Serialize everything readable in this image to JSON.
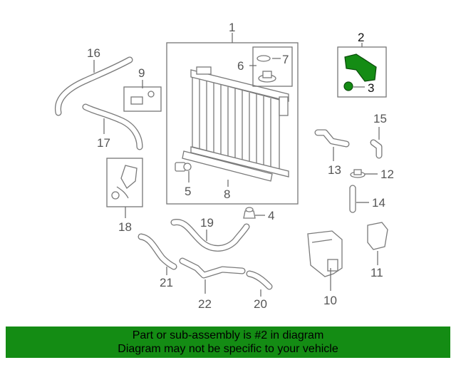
{
  "callouts": {
    "c1": "1",
    "c2": "2",
    "c3": "3",
    "c4": "4",
    "c5": "5",
    "c6": "6",
    "c7": "7",
    "c8": "8",
    "c9": "9",
    "c10": "10",
    "c11": "11",
    "c12": "12",
    "c13": "13",
    "c14": "14",
    "c15": "15",
    "c16": "16",
    "c17": "17",
    "c18": "18",
    "c19": "19",
    "c20": "20",
    "c21": "21",
    "c22": "22"
  },
  "highlight": {
    "color": "#148c14",
    "part": "2"
  },
  "banner": {
    "line1": "Part or sub-assembly is #2 in diagram",
    "line2": "Diagram may not be specific to your vehicle"
  }
}
